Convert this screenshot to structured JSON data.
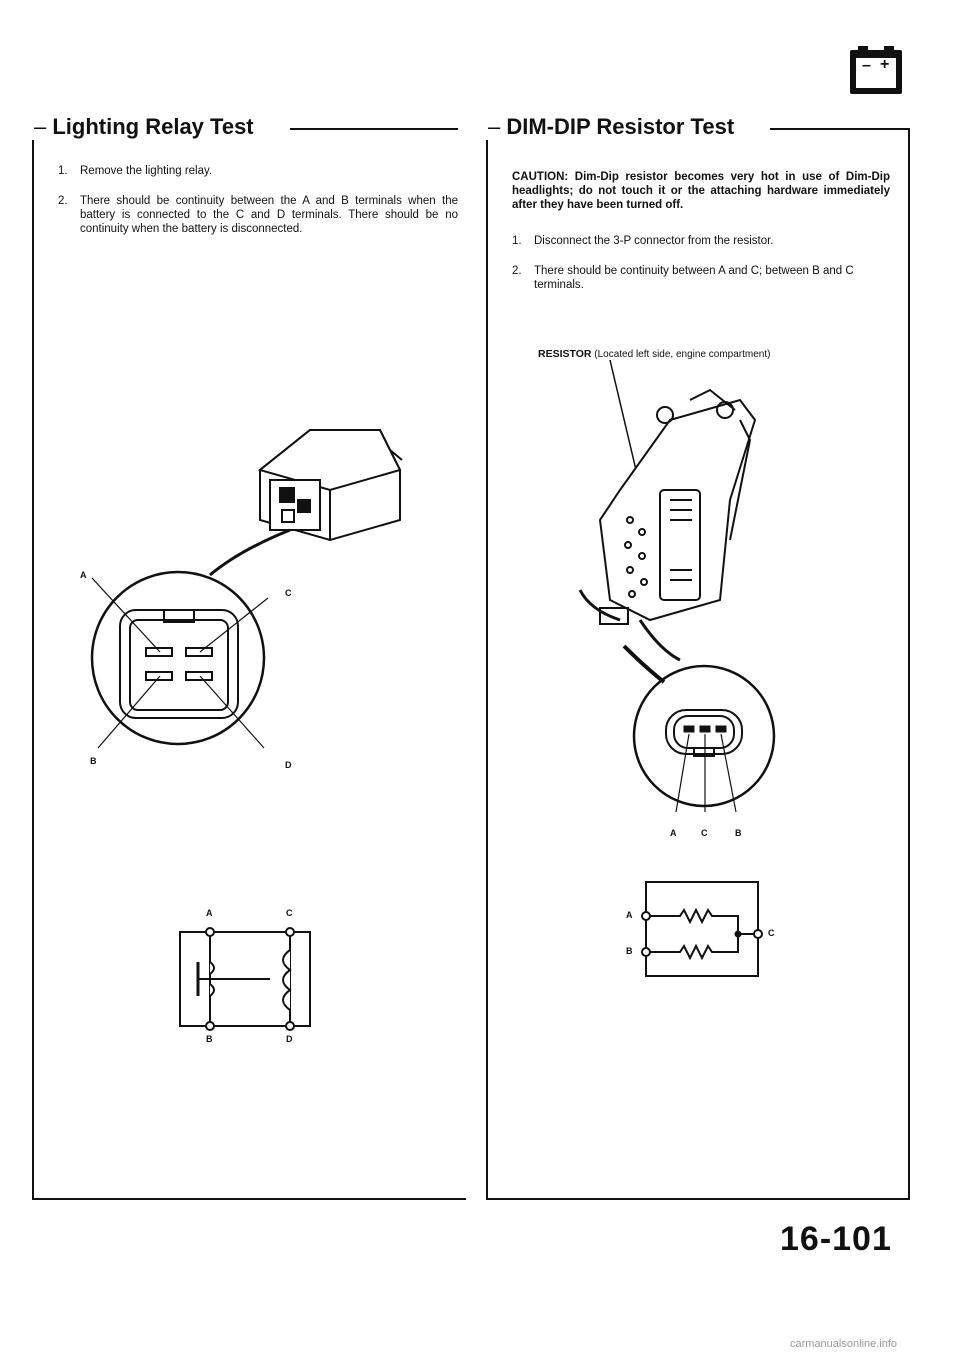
{
  "left_section": {
    "title": "Lighting Relay Test",
    "steps": [
      {
        "num": "1.",
        "text": "Remove the lighting relay."
      },
      {
        "num": "2.",
        "text": "There should be continuity between the A and B terminals when the battery is connected to the C and D terminals. There should be no continuity when the battery is disconnected."
      }
    ],
    "terminal_labels": [
      "A",
      "C",
      "B",
      "D"
    ],
    "schematic_labels": [
      "A",
      "C",
      "B",
      "D"
    ]
  },
  "right_section": {
    "title": "DIM-DIP Resistor Test",
    "caution": "CAUTION: Dim-Dip resistor becomes very hot in use of Dim-Dip headlights; do not touch it or the attaching hardware immediately after they have been turned off.",
    "steps": [
      {
        "num": "1.",
        "text": "Disconnect the 3-P connector from the resistor."
      },
      {
        "num": "2.",
        "text": "There should be continuity between A and C; between B and C terminals."
      }
    ],
    "caption_bold": "RESISTOR",
    "caption_rest": "(Located left side, engine compartment)",
    "connector_labels": [
      "A",
      "C",
      "B"
    ],
    "schematic_labels": [
      "A",
      "B",
      "C"
    ]
  },
  "battery_icon": {
    "minus": "–",
    "plus": "+"
  },
  "page_number": "16-101",
  "footer": "carmanualsonline.info"
}
